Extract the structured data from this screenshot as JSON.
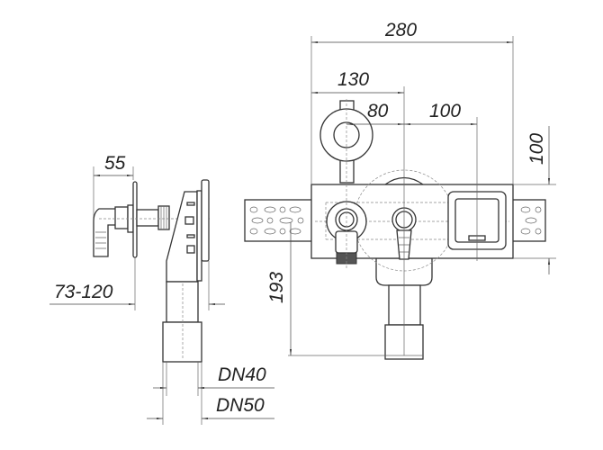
{
  "dimensions": {
    "side_depth": "55",
    "wall_range": "73-120",
    "dn_small": "DN40",
    "dn_large": "DN50",
    "total_width": "280",
    "left_offset": "130",
    "center_to_left": "80",
    "center_to_right": "100",
    "box_height": "100",
    "drop_height": "193"
  }
}
